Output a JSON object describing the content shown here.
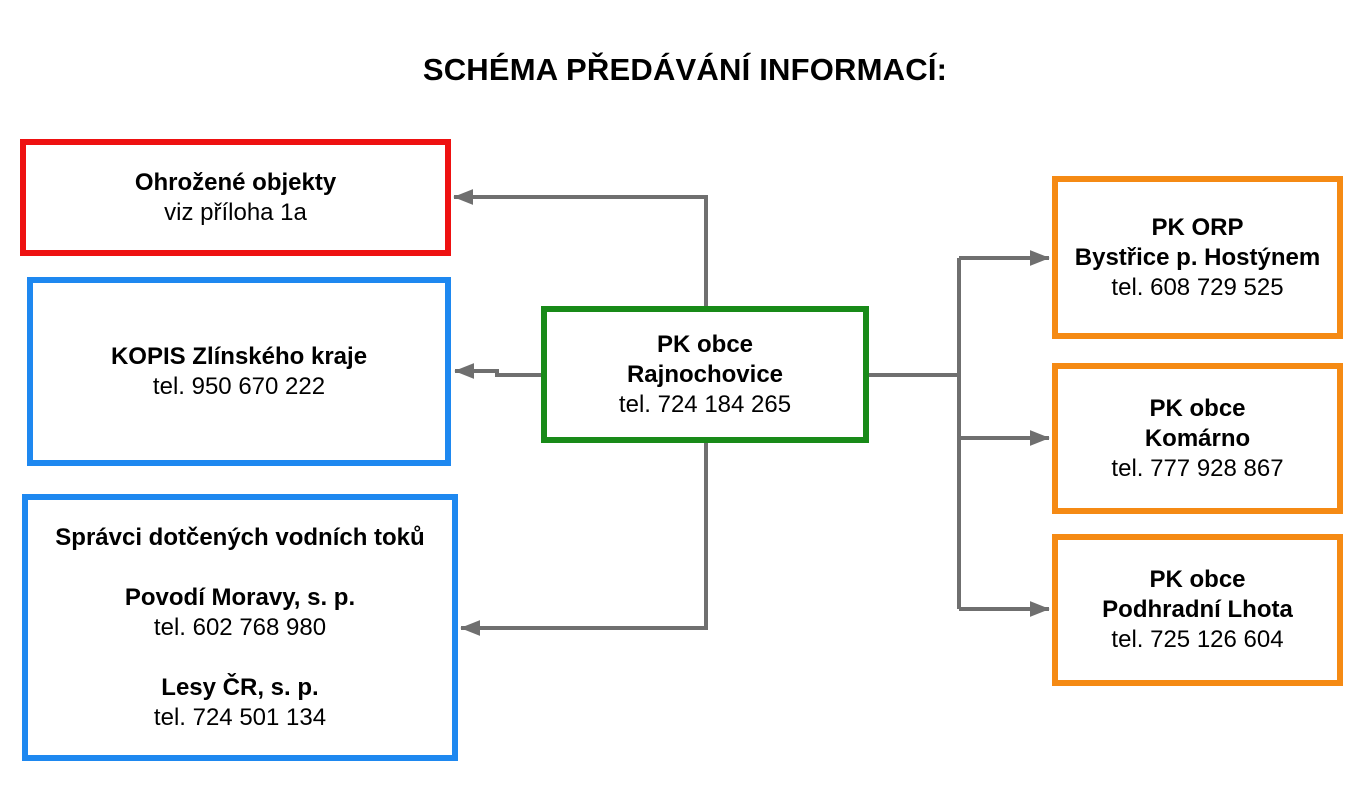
{
  "title": "SCHÉMA PŘEDÁVÁNÍ INFORMACÍ:",
  "center": {
    "line1": "PK obce",
    "line2": "Rajnochovice",
    "phone": "tel. 724 184 265"
  },
  "ohrozene": {
    "name": "Ohrožené objekty",
    "note": "viz příloha 1a"
  },
  "kopis": {
    "name": "KOPIS Zlínského kraje",
    "phone": "tel. 950 670 222"
  },
  "spravci": {
    "heading": "Správci dotčených vodních toků",
    "entries": [
      {
        "name": "Povodí Moravy, s. p.",
        "phone": "tel. 602 768 980"
      },
      {
        "name": "Lesy ČR, s. p.",
        "phone": "tel. 724 501 134"
      }
    ]
  },
  "orp": {
    "line1": "PK ORP",
    "line2": "Bystřice p. Hostýnem",
    "phone": "tel. 608 729 525"
  },
  "komarno": {
    "line1": "PK obce",
    "line2": "Komárno",
    "phone": "tel. 777 928 867"
  },
  "podhradni": {
    "line1": "PK obce",
    "line2": "Podhradní Lhota",
    "phone": "tel. 725 126 604"
  },
  "colors": {
    "danger": "#ee1111",
    "authority": "#1e88f0",
    "center": "#188a18",
    "municipality": "#f58a14",
    "connector": "#6f6f6f"
  }
}
